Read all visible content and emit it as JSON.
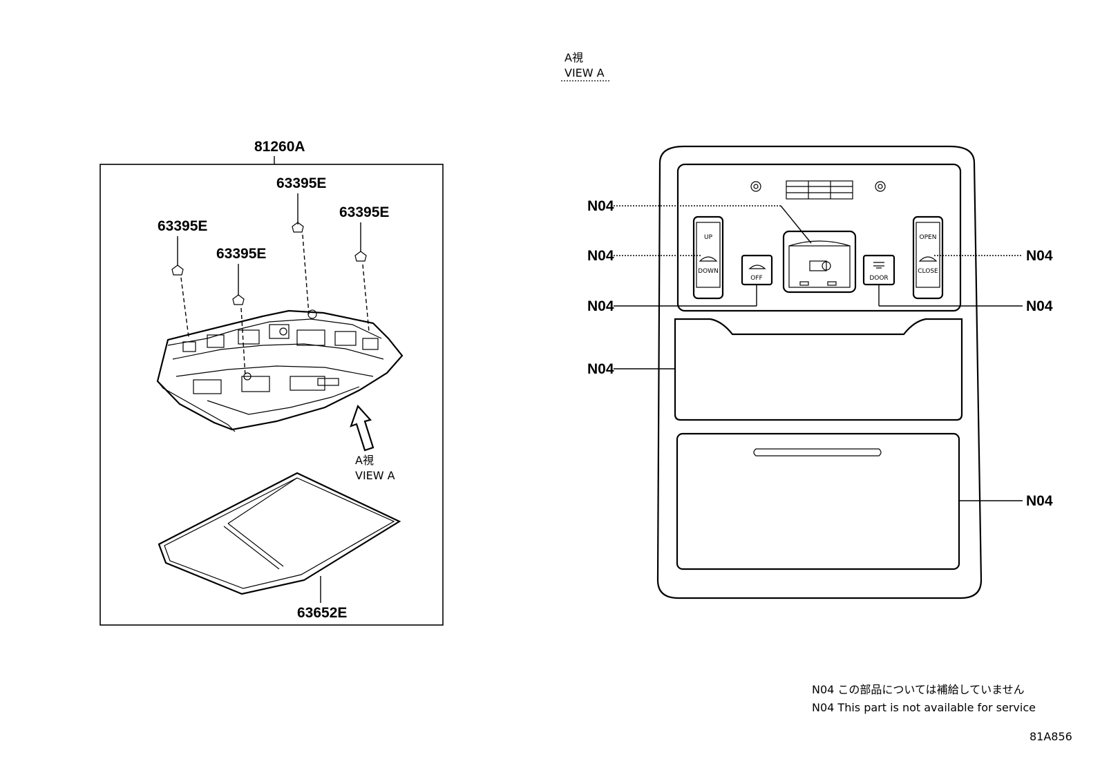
{
  "view_heading": {
    "jp": "A視",
    "en": "VIEW A"
  },
  "left_callouts": {
    "assembly": "81260A",
    "clip_top": "63395E",
    "clip_left": "63395E",
    "clip_right": "63395E",
    "clip_mid": "63395E",
    "lens": "63652E",
    "view_arrow_jp": "A視",
    "view_arrow_en": "VIEW A"
  },
  "right_callouts": {
    "n04_1": "N04",
    "n04_2": "N04",
    "n04_3": "N04",
    "n04_4": "N04",
    "n04_5": "N04",
    "n04_6": "N04",
    "n04_7": "N04"
  },
  "switch_labels": {
    "up": "UP",
    "down": "DOWN",
    "off": "OFF",
    "door": "DOOR",
    "open": "OPEN",
    "close": "CLOSE"
  },
  "notes": {
    "jp": "N04 この部品については補給していません",
    "en": "N04 This part is not available for service"
  },
  "figure_code": "81A856"
}
